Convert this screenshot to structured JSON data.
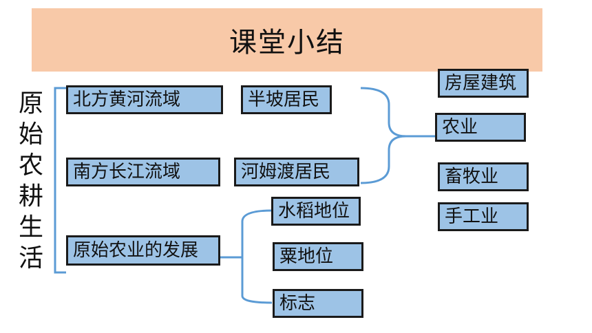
{
  "slide": {
    "title": "课堂小结",
    "side_title": "原始农耕生活"
  },
  "boxes": {
    "north_region": "北方黄河流域",
    "south_region": "南方长江流域",
    "banpo": "半坡居民",
    "hemudu": "河姆渡居民",
    "development": "原始农业的发展",
    "rice": "水稻地位",
    "millet": "粟地位",
    "sign": "标志",
    "housing": "房屋建筑",
    "agriculture": "农业",
    "livestock": "畜牧业",
    "handicraft": "手工业"
  },
  "colors": {
    "banner": "#f8c9a8",
    "box_fill": "#9dc3e6",
    "bracket": "#5b9bd5"
  }
}
